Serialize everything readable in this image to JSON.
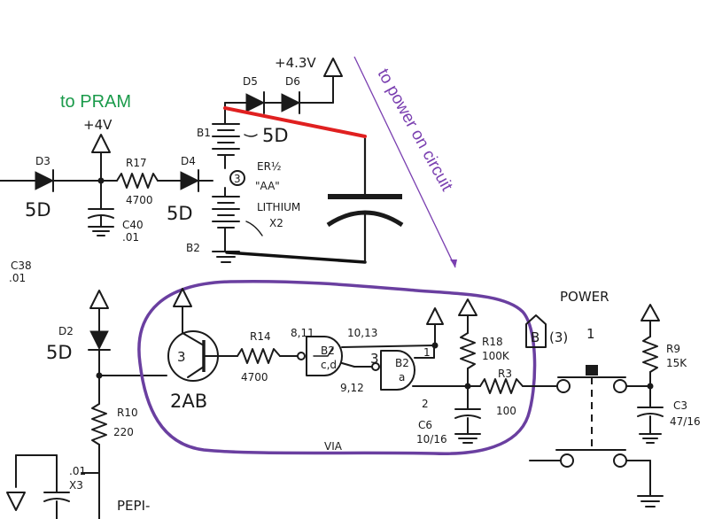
{
  "annotations": {
    "pram": "to PRAM",
    "power_on": "to power on circuit",
    "pram_color": "#1a9a4a",
    "power_on_color": "#7a3fb0",
    "highlight_color": "#6a3fa0",
    "red_wire": "#e02020",
    "black_wire": "#111111"
  },
  "rails": {
    "v43": "+4.3V",
    "v4": "+4V"
  },
  "diodes": {
    "d5": "D5",
    "d6": "D6",
    "d3": "D3",
    "d4": "D4",
    "d2": "D2",
    "type_5d": "5D"
  },
  "battery": {
    "b1": "B1",
    "b2": "B2",
    "cell_num": "3",
    "er": "ER½",
    "aa": "\"AA\"",
    "lithium": "LITHIUM",
    "x2": "X2"
  },
  "components": {
    "r17": "R17",
    "r17_val": "4700",
    "c40": "C40",
    "c40_val": ".01",
    "c38": "C38",
    "c38_val": ".01",
    "r14": "R14",
    "r14_val": "4700",
    "q_num": "3",
    "q_type": "2AB",
    "pins_a": "8,11",
    "pins_b": "10,13",
    "pins_c": "9,12",
    "b2a": "B2",
    "b2a_sub": "c,d",
    "b2b": "B2",
    "b2b_sub": "a",
    "num3": "3",
    "num1": "1",
    "num2": "2",
    "r18": "R18",
    "r18_val": "100K",
    "r3": "R3",
    "r3_val": "100",
    "c6": "C6",
    "c6_val": "10/16",
    "via": "VIA",
    "r10": "R10",
    "r10_val": "220",
    "power": "POWER",
    "b_label": "B",
    "b_num": "(3)",
    "sw_num": "1",
    "r9": "R9",
    "r9_val": "15K",
    "c3": "C3",
    "c3_val": "47/16",
    "bl_val": ".01",
    "bl_x": "X3",
    "pep": "PEPI-"
  }
}
